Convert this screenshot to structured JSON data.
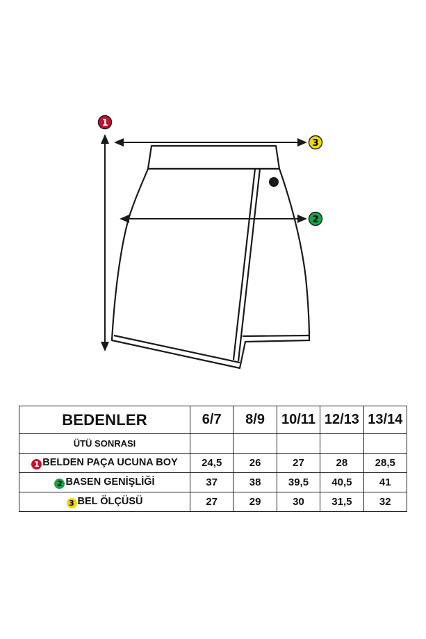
{
  "colors": {
    "marker_1": "#c8102e",
    "marker_2": "#1aa24a",
    "marker_3": "#f2d600",
    "line": "#1a1a1a"
  },
  "diagram": {
    "marker_1_label": "1",
    "marker_2_label": "2",
    "marker_3_label": "3"
  },
  "table": {
    "title": "BEDENLER",
    "sizes": [
      "6/7",
      "8/9",
      "10/11",
      "12/13",
      "13/14"
    ],
    "subheader": "ÜTÜ SONRASI",
    "rows": [
      {
        "marker": "1",
        "label": "BELDEN PAÇA UCUNA BOY",
        "values": [
          "24,5",
          "26",
          "27",
          "28",
          "28,5"
        ]
      },
      {
        "marker": "2",
        "label": "BASEN GENİŞLİĞİ",
        "values": [
          "37",
          "38",
          "39,5",
          "40,5",
          "41"
        ]
      },
      {
        "marker": "3",
        "label": "BEL ÖLÇÜSÜ",
        "values": [
          "27",
          "29",
          "30",
          "31,5",
          "32"
        ]
      }
    ]
  }
}
